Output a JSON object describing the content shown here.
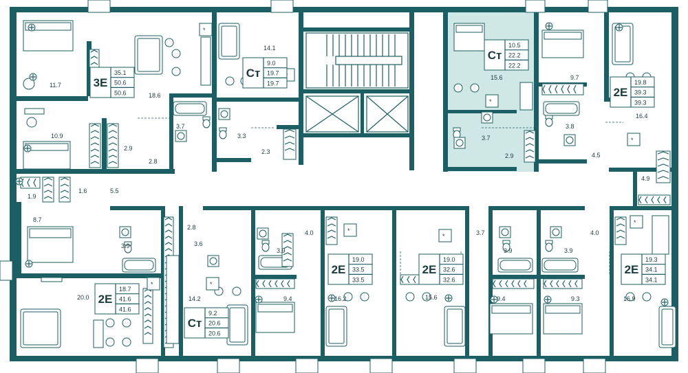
{
  "colors": {
    "wall": "#1b5e63",
    "highlight": "#cfe8e6",
    "text": "#1b3b3e"
  },
  "apartments": [
    {
      "id": "a1",
      "code": "3Е",
      "values": [
        "35.1",
        "50.6",
        "50.6"
      ]
    },
    {
      "id": "a2",
      "code": "Ст",
      "values": [
        "9.0",
        "19.7",
        "19.7"
      ]
    },
    {
      "id": "a3",
      "code": "Ст",
      "values": [
        "10.5",
        "22.2",
        "22.2"
      ],
      "highlighted": true
    },
    {
      "id": "a4",
      "code": "2Е",
      "values": [
        "19.8",
        "39.3",
        "39.3"
      ]
    },
    {
      "id": "a5",
      "code": "2Е",
      "values": [
        "18.7",
        "41.6",
        "41.6"
      ]
    },
    {
      "id": "a6",
      "code": "Ст",
      "values": [
        "9.2",
        "20.6",
        "20.6"
      ]
    },
    {
      "id": "a7",
      "code": "2Е",
      "values": [
        "19.0",
        "33.5",
        "33.5"
      ]
    },
    {
      "id": "a8",
      "code": "2Е",
      "values": [
        "19.0",
        "32.6",
        "32.6"
      ]
    },
    {
      "id": "a9",
      "code": "2Е",
      "values": [
        "19.3",
        "34.1",
        "34.1"
      ]
    }
  ],
  "room_areas": [
    "11.7",
    "18.6",
    "14.1",
    "15.6",
    "9.7",
    "16.4",
    "10.9",
    "3.7",
    "3.3",
    "2.3",
    "2.9",
    "2.8",
    "3.7",
    "2.9",
    "3.8",
    "4.5",
    "4.9",
    "1.9",
    "1.6",
    "5.5",
    "8.7",
    "2.8",
    "3.6",
    "3.9",
    "4.0",
    "3.9",
    "3.7",
    "3.9",
    "3.9",
    "4.0",
    "20.0",
    "14.2",
    "9.4",
    "16.2",
    "15.6",
    "9.4",
    "9.3",
    "16.9"
  ]
}
